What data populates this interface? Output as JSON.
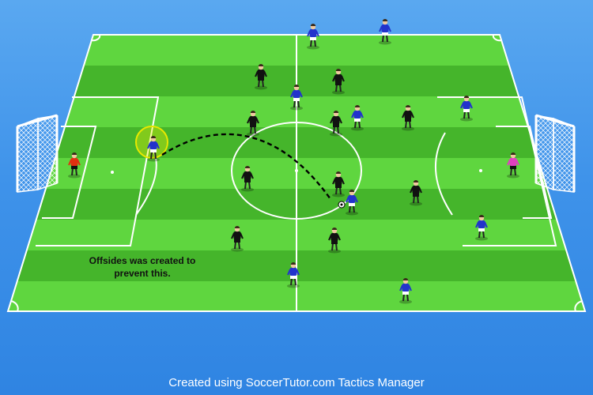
{
  "annotation": {
    "text_line1": "Offsides was created to",
    "text_line2": "prevent this."
  },
  "footer": {
    "credit": "Created using SoccerTutor.com Tactics Manager"
  },
  "colors": {
    "grass_light": "#5fd63f",
    "grass_dark": "#44b42a",
    "lines": "#ffffff",
    "team_blue": "#2233cc",
    "team_black": "#111111",
    "highlight": "#f2f200",
    "keeper_left": "#e03010",
    "keeper_right": "#e040c0",
    "pass_path": "#000000"
  },
  "icons": {
    "ball": "soccer-ball-icon",
    "goal": "goal-net-icon",
    "player": "player-figure-icon"
  }
}
